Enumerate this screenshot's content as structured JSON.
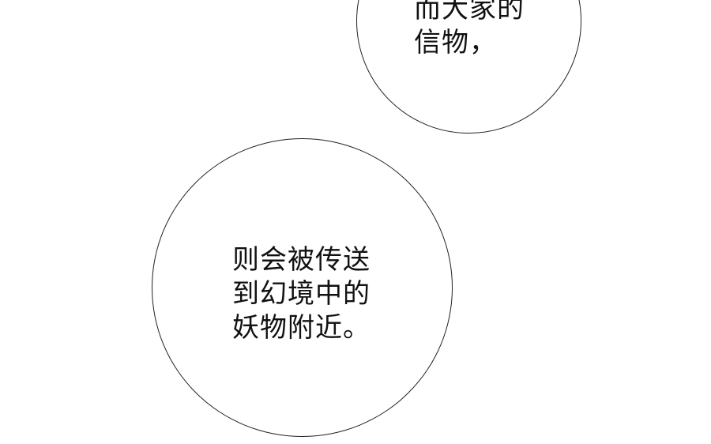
{
  "bubbles": [
    {
      "lines": [
        "而大家的",
        "信物，"
      ]
    },
    {
      "lines": [
        "则会被传送",
        "到幻境中的",
        "妖物附近。"
      ]
    }
  ]
}
